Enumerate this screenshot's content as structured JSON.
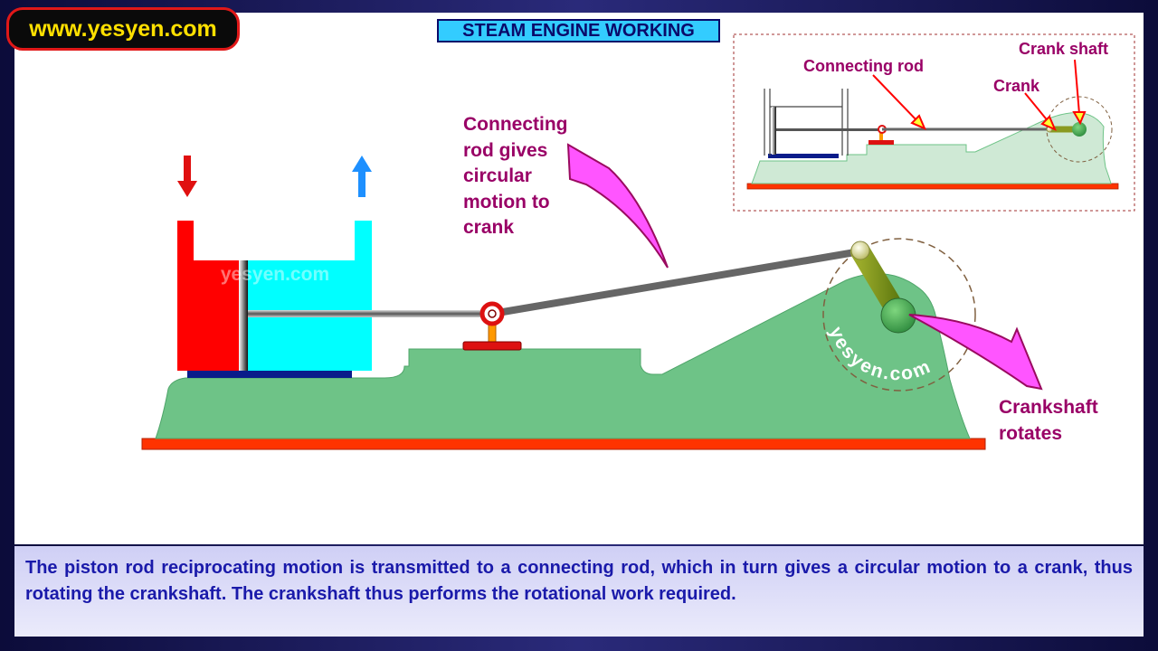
{
  "logo": {
    "text": "www.yesyen.com"
  },
  "title": "STEAM ENGINE WORKING",
  "labels": {
    "connecting_rod_note": [
      "Connecting",
      "rod gives",
      "circular",
      "motion to",
      "crank"
    ],
    "crankshaft_note": [
      "Crankshaft",
      "rotates"
    ],
    "watermark_cylinder": "yesyen.com",
    "watermark_circle": "yesyen.com"
  },
  "inset": {
    "connecting_rod": "Connecting rod",
    "crank": "Crank",
    "crank_shaft": "Crank shaft"
  },
  "caption": "The piston rod reciprocating motion is transmitted to a connecting rod, which in turn gives a circular motion to a crank, thus rotating the crankshaft. The crankshaft thus performs the rotational work required.",
  "colors": {
    "steam_inlet": "#ff0000",
    "steam_exhaust": "#00ffff",
    "base": "#6ec387",
    "bed": "#ff3300",
    "note_text": "#990066",
    "pointer": "#ff55ff"
  }
}
